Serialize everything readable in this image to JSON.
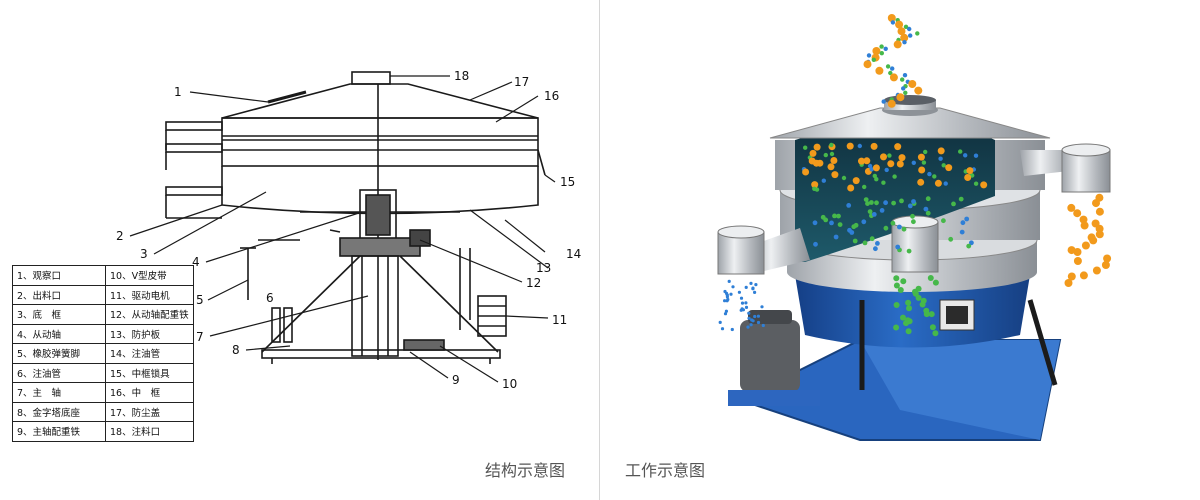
{
  "left_panel": {
    "caption": "结构示意图",
    "callouts": [
      "1",
      "2",
      "3",
      "4",
      "5",
      "6",
      "7",
      "8",
      "9",
      "10",
      "11",
      "12",
      "13",
      "14",
      "15",
      "16",
      "17",
      "18"
    ],
    "legend": [
      [
        "1、观察口",
        "10、V型皮带"
      ],
      [
        "2、出料口",
        "11、驱动电机"
      ],
      [
        "3、底　框",
        "12、从动轴配重铁"
      ],
      [
        "4、从动轴",
        "13、防护板"
      ],
      [
        "5、橡胶弹簧脚",
        "14、注油管"
      ],
      [
        "6、注油管",
        "15、中框锁具"
      ],
      [
        "7、主　轴",
        "16、中　框"
      ],
      [
        "8、金字塔底座",
        "17、防尘盖"
      ],
      [
        "9、主轴配重铁",
        "18、注料口"
      ]
    ]
  },
  "right_panel": {
    "caption": "工作示意图"
  },
  "colors": {
    "machine_blue": "#1f5fb4",
    "steel": "#c9ccd0",
    "particle_orange": "#f29a1c",
    "particle_green": "#46b84a",
    "particle_blue": "#2f7fd6",
    "interior_dark": "#123b4c"
  }
}
